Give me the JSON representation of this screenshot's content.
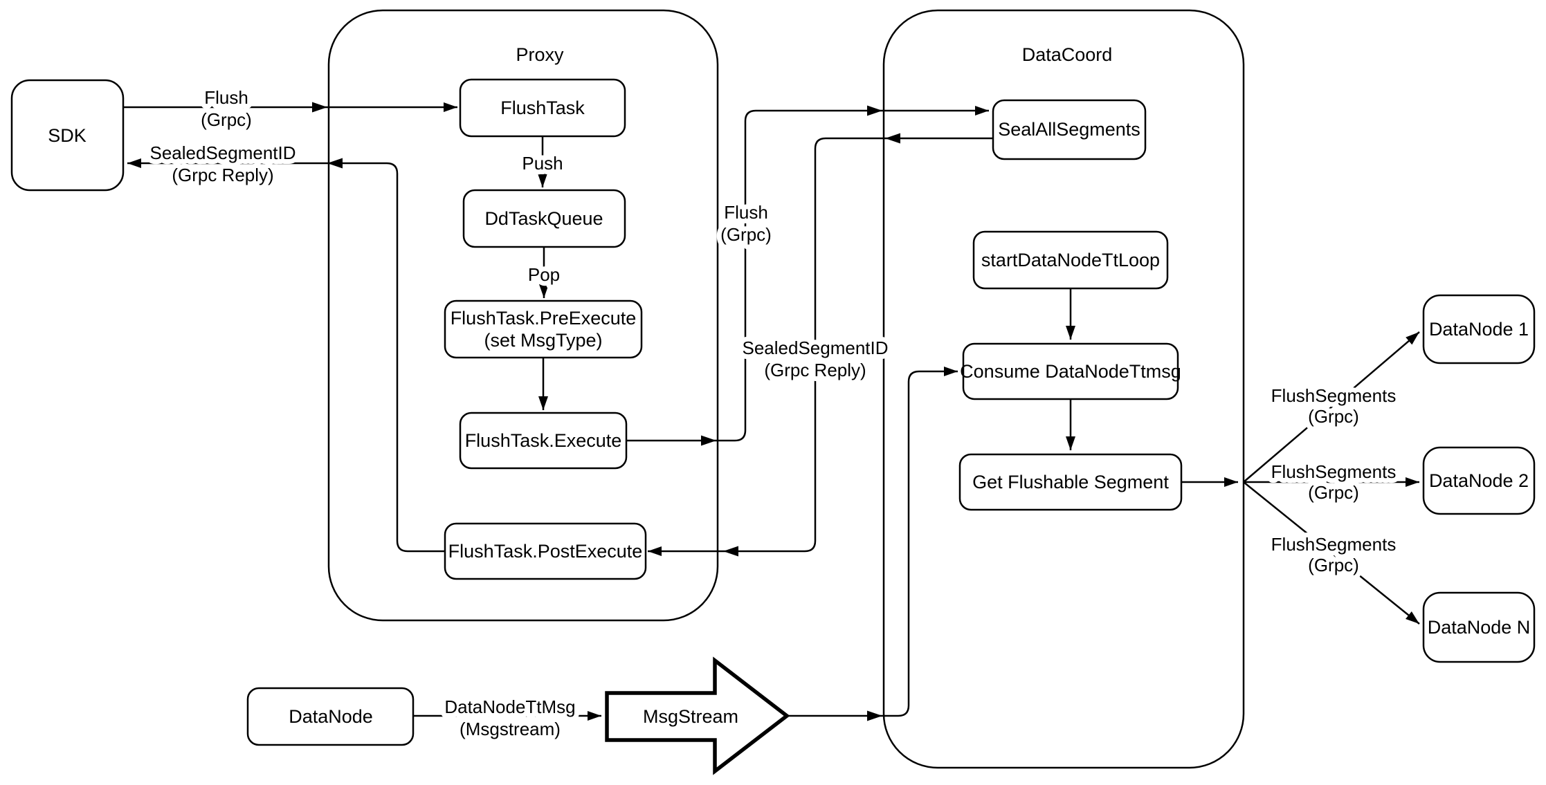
{
  "diagram": {
    "background_color": "#ffffff",
    "stroke_color": "#000000",
    "containers": {
      "proxy": {
        "title": "Proxy"
      },
      "datacoord": {
        "title": "DataCoord"
      }
    },
    "nodes": {
      "sdk": {
        "label": "SDK"
      },
      "flush_task": {
        "label": "FlushTask"
      },
      "dd_task_queue": {
        "label": "DdTaskQueue"
      },
      "pre_execute": {
        "label": "FlushTask.PreExecute",
        "sublabel": "(set MsgType)"
      },
      "execute": {
        "label": "FlushTask.Execute"
      },
      "post_execute": {
        "label": "FlushTask.PostExecute"
      },
      "seal_all_segments": {
        "label": "SealAllSegments"
      },
      "start_datanode_tt_loop": {
        "label": "startDataNodeTtLoop"
      },
      "consume_datanode_ttmsg": {
        "label": "Consume DataNodeTtmsg"
      },
      "get_flushable_segment": {
        "label": "Get Flushable Segment"
      },
      "datanode_1": {
        "label": "DataNode 1"
      },
      "datanode_2": {
        "label": "DataNode 2"
      },
      "datanode_n": {
        "label": "DataNode N"
      },
      "datanode_source": {
        "label": "DataNode"
      },
      "msgstream": {
        "label": "MsgStream"
      }
    },
    "edge_labels": {
      "flush_sdk_to_proxy": {
        "line1": "Flush",
        "line2": "(Grpc)"
      },
      "sealed_to_sdk": {
        "line1": "SealedSegmentID",
        "line2": "(Grpc Reply)"
      },
      "push": {
        "line1": "Push"
      },
      "pop": {
        "line1": "Pop"
      },
      "flush_to_datacoord": {
        "line1": "Flush",
        "line2": "(Grpc)"
      },
      "sealed_to_postexecute": {
        "line1": "SealedSegmentID",
        "line2": "(Grpc Reply)"
      },
      "datanode_ttmsg": {
        "line1": "DataNodeTtMsg",
        "line2": "(Msgstream)"
      },
      "flush_segments_1": {
        "line1": "FlushSegments",
        "line2": "(Grpc)"
      },
      "flush_segments_2": {
        "line1": "FlushSegments",
        "line2": "(Grpc)"
      },
      "flush_segments_3": {
        "line1": "FlushSegments",
        "line2": "(Grpc)"
      }
    }
  }
}
